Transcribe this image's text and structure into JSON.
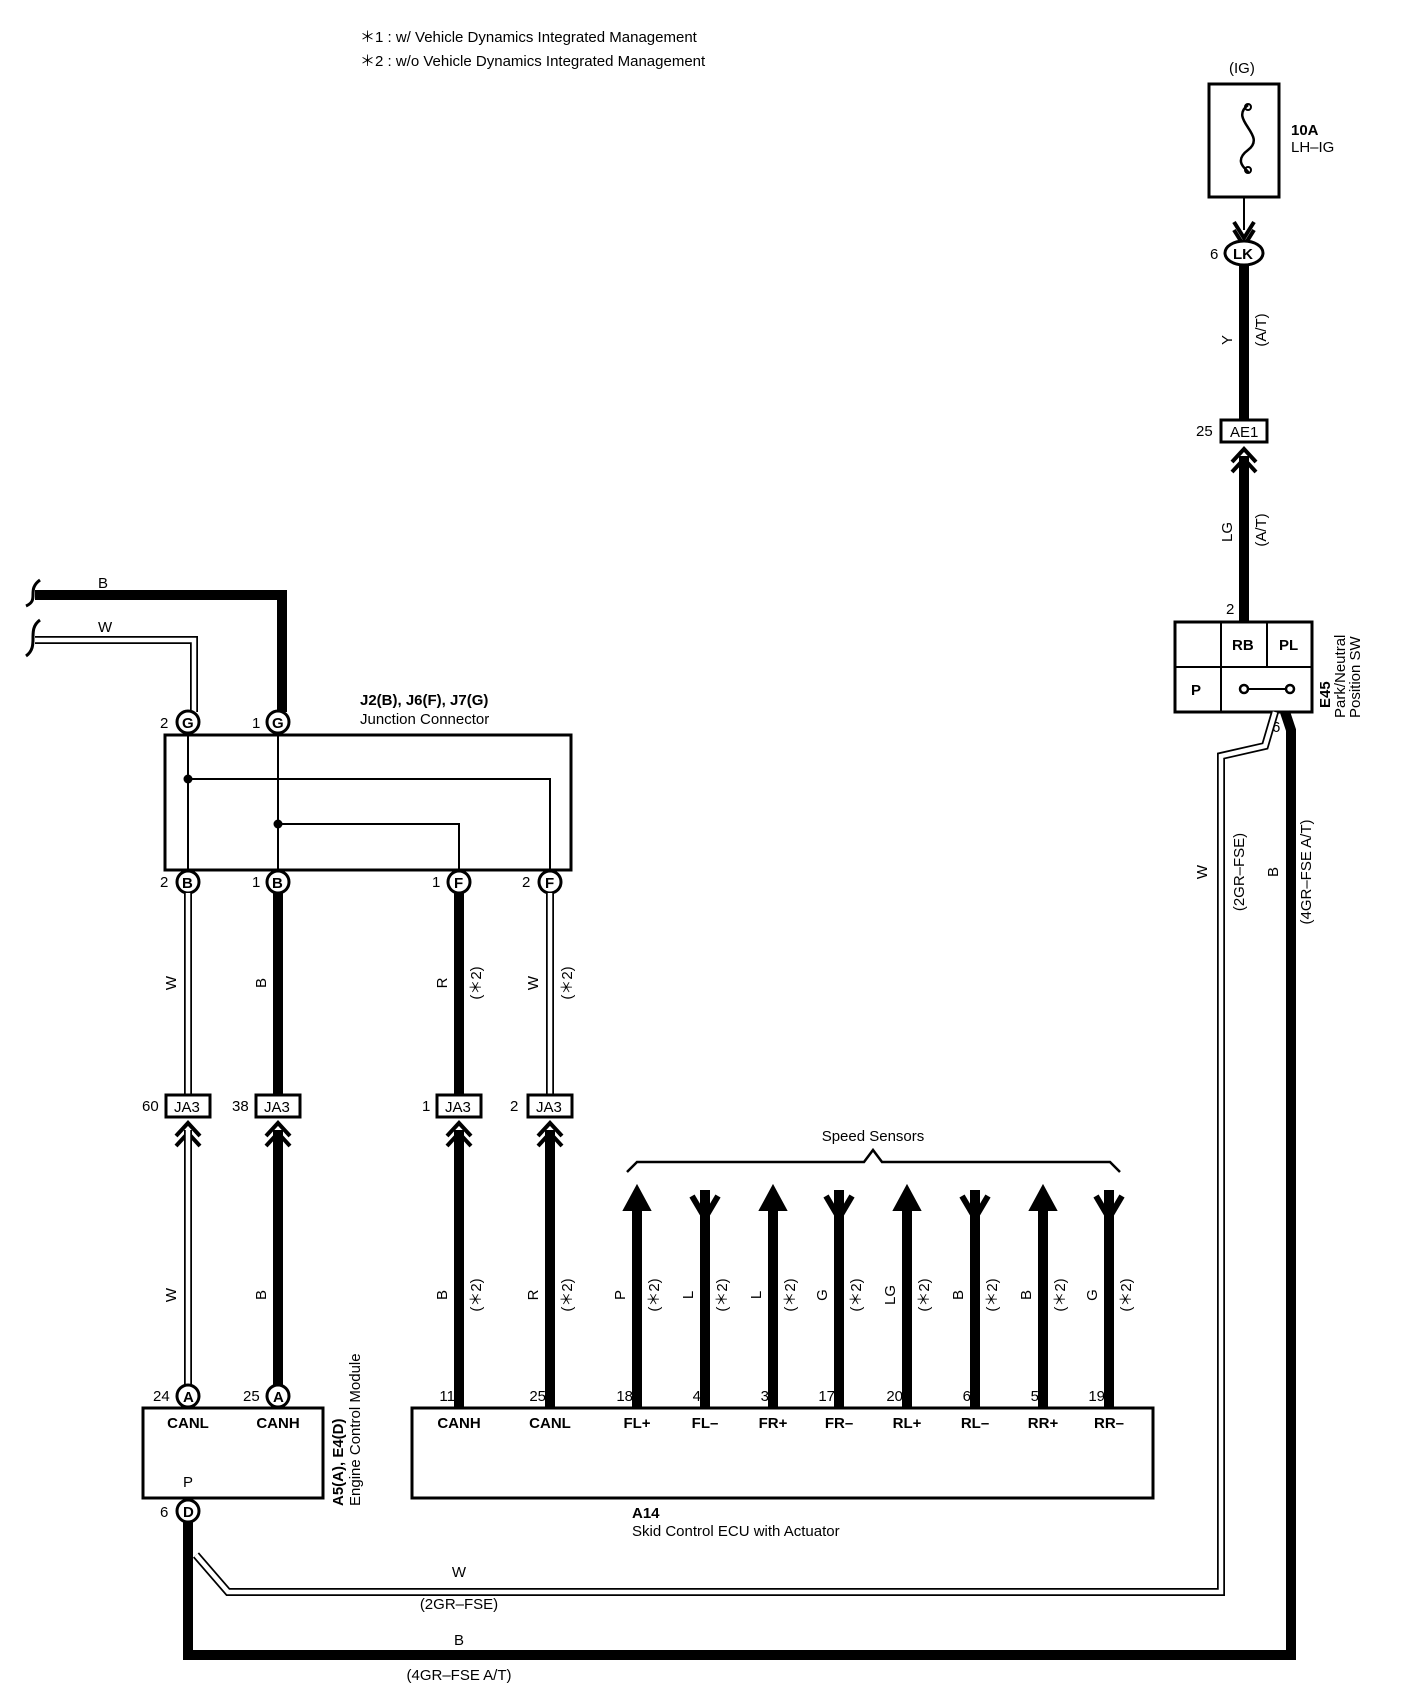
{
  "notes": [
    "＊1 : w/ Vehicle Dynamics Integrated Management",
    "＊2 : w/o Vehicle Dynamics Integrated Management"
  ],
  "fuse": {
    "source": "(IG)",
    "rating": "10A",
    "name": "LH–IG"
  },
  "connectors": {
    "lk": {
      "pin": "6",
      "id": "LK"
    },
    "ae1": {
      "pin": "25",
      "id": "AE1"
    },
    "ja3": [
      {
        "pin": "60",
        "id": "JA3"
      },
      {
        "pin": "38",
        "id": "JA3"
      },
      {
        "pin": "1",
        "id": "JA3"
      },
      {
        "pin": "2",
        "id": "JA3"
      }
    ]
  },
  "wires": {
    "y": "Y",
    "at": "(A/T)",
    "lg": "LG",
    "b": "B",
    "w": "W",
    "r": "R",
    "star2": "(＊2)",
    "w_2gr": "(2GR–FSE)",
    "b_4gr": "(4GR–FSE A/T)"
  },
  "switch": {
    "id": "E45",
    "line1": "Park/Neutral",
    "line2": "Position SW",
    "cells": [
      "RB",
      "PL",
      "P"
    ],
    "pin_top": "2",
    "pin_bottom": "6"
  },
  "junction": {
    "title": "J2(B), J6(F), J7(G)",
    "subtitle": "Junction Connector",
    "top_pins": [
      {
        "num": "2",
        "id": "G"
      },
      {
        "num": "1",
        "id": "G"
      }
    ],
    "bottom_pins": [
      {
        "num": "2",
        "id": "B"
      },
      {
        "num": "1",
        "id": "B"
      },
      {
        "num": "1",
        "id": "F"
      },
      {
        "num": "2",
        "id": "F"
      }
    ]
  },
  "ecm": {
    "id": "A5(A), E4(D)",
    "name": "Engine Control Module",
    "pins": [
      {
        "num": "24",
        "id": "A",
        "name": "CANL"
      },
      {
        "num": "25",
        "id": "A",
        "name": "CANH"
      }
    ],
    "p_label": "P",
    "p_pin": {
      "num": "6",
      "id": "D"
    }
  },
  "skid": {
    "id": "A14",
    "name": "Skid Control ECU with Actuator",
    "sensors_label": "Speed Sensors",
    "pins": [
      {
        "num": "11",
        "name": "CANH",
        "color": "B"
      },
      {
        "num": "25",
        "name": "CANL",
        "color": "R"
      },
      {
        "num": "18",
        "name": "FL+",
        "color": "P"
      },
      {
        "num": "4",
        "name": "FL–",
        "color": "L"
      },
      {
        "num": "3",
        "name": "FR+",
        "color": "L"
      },
      {
        "num": "17",
        "name": "FR–",
        "color": "G"
      },
      {
        "num": "20",
        "name": "RL+",
        "color": "LG"
      },
      {
        "num": "6",
        "name": "RL–",
        "color": "B"
      },
      {
        "num": "5",
        "name": "RR+",
        "color": "B"
      },
      {
        "num": "19",
        "name": "RR–",
        "color": "G"
      }
    ]
  }
}
